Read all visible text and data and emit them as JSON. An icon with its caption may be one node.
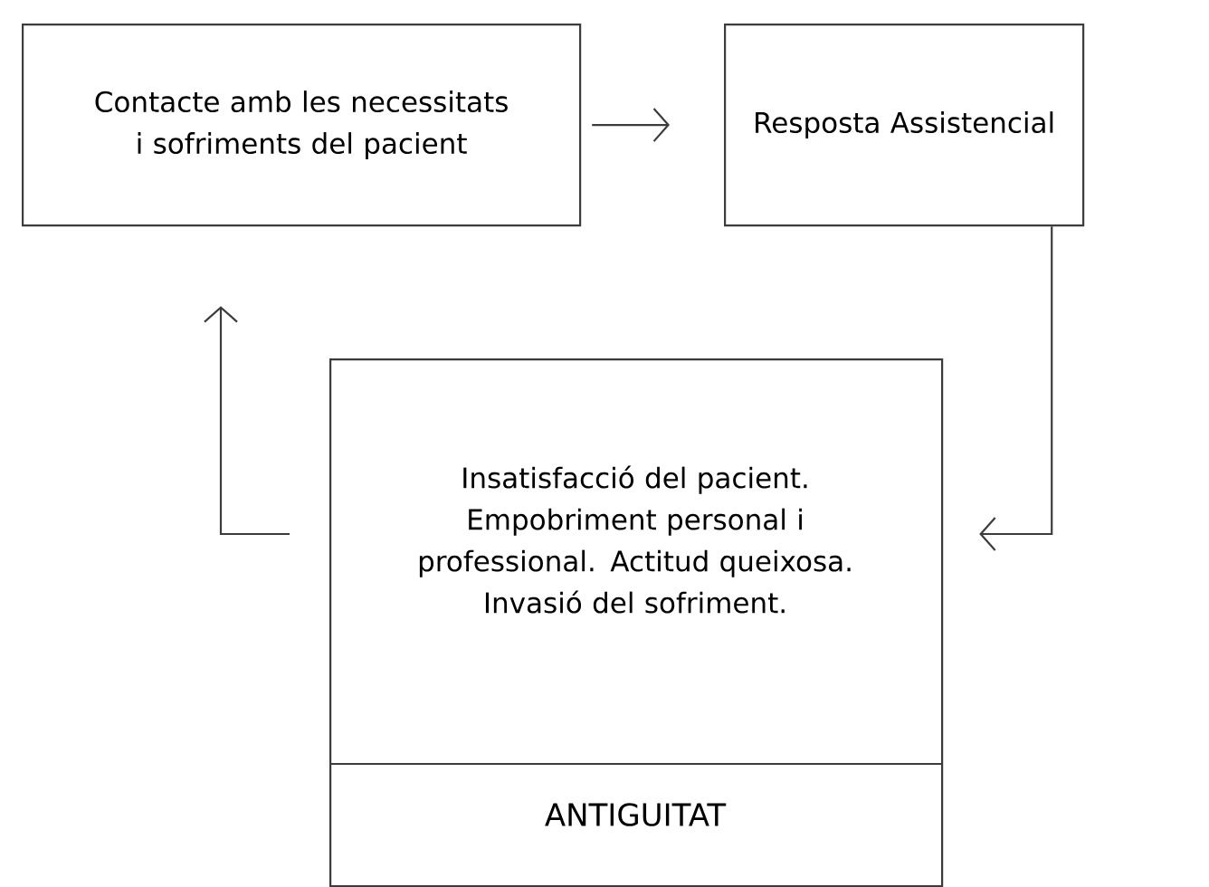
{
  "diagram": {
    "nodes": [
      {
        "text": [
          "Contacte amb les necessitats i sofriments del pacient"
        ]
      },
      {
        "text": [
          "Resposta Assistencial"
        ]
      },
      {
        "text": [
          "Insatisfacció del pacient. Empobriment personal i professional. Actitud queixosa. Invasió del sofriment.",
          "ANTIGUITAT"
        ]
      }
    ],
    "edges": [
      {
        "from": 0,
        "to": 1,
        "arrow": "to"
      },
      {
        "from": 1,
        "to": 2,
        "arrow": "to"
      },
      {
        "from": 2,
        "to": 0,
        "arrow": "to"
      }
    ]
  }
}
